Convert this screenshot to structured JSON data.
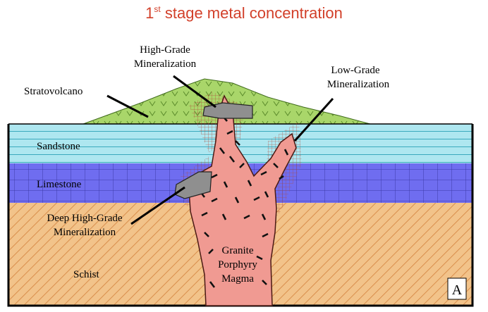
{
  "title": {
    "superscript_prefix": "1",
    "superscript": "st",
    "text": " stage metal concentration"
  },
  "labels": {
    "stratovolcano": "Stratovolcano",
    "high_grade_1": "High-Grade",
    "high_grade_2": "Mineralization",
    "low_grade_1": "Low-Grade",
    "low_grade_2": "Mineralization",
    "sandstone": "Sandstone",
    "limestone": "Limestone",
    "deep_1": "Deep High-Grade",
    "deep_2": "Mineralization",
    "schist": "Schist",
    "granite_1": "Granite",
    "granite_2": "Porphyry",
    "granite_3": "Magma",
    "panel": "A"
  },
  "colors": {
    "title": "#d2402a",
    "volcano": "#a9d66a",
    "sandstone": "#aee7f0",
    "limestone": "#6f6df0",
    "schist": "#f2c38a",
    "magma": "#f09a92",
    "ore": "#8f8f8f"
  }
}
